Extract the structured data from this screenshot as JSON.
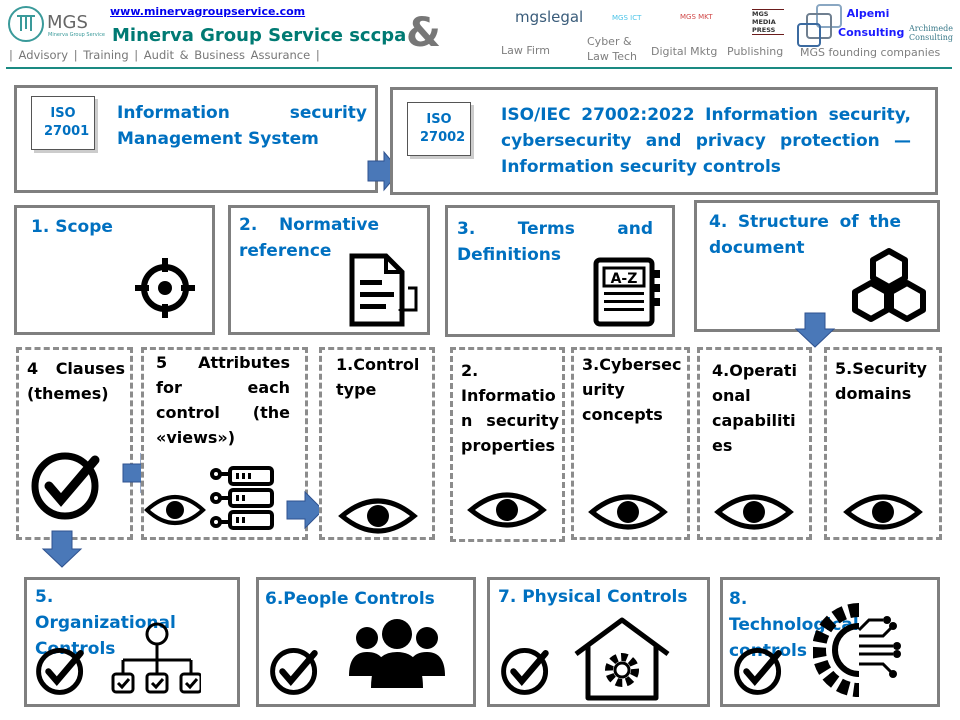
{
  "header": {
    "website": "www.minervagroupservice.com",
    "company": "Minerva Group Service sccpa",
    "logo_text": "MGS",
    "logo_sub": "Minerva Group Service",
    "services": "| Advisory | Training | Audit & Business Assurance |",
    "ampersand": "&",
    "partners": [
      {
        "logo": "mgslegal",
        "label": "Law Firm"
      },
      {
        "logo": "MGS ICT",
        "label": "Cyber & Law Tech"
      },
      {
        "logo": "MGS MKT",
        "label": "Digital Mktg"
      },
      {
        "logo": "MGS MEDIA PRESS",
        "label": "Publishing"
      },
      {
        "logo": "Alpemi Consulting",
        "label": "MGS founding companies"
      },
      {
        "logo": "Archimede Consulting",
        "label": ""
      }
    ],
    "colors": {
      "teal": "#007a73",
      "blue": "#0070c0"
    }
  },
  "row1": {
    "iso27001_badge": "ISO 27001",
    "iso27001_title": "Information security Management System",
    "iso27002_badge": "ISO 27002",
    "iso27002_title": "ISO/IEC 27002:2022 Information security, cybersecurity and privacy protection — Information security controls"
  },
  "row2": [
    {
      "title": "1. Scope",
      "icon": "target-icon"
    },
    {
      "title": "2. Normative reference",
      "icon": "document-icon"
    },
    {
      "title": "3. Terms and Definitions",
      "icon": "dictionary-icon"
    },
    {
      "title": "4. Structure of the document",
      "icon": "hexagons-icon"
    }
  ],
  "row3": [
    {
      "title": "4 Clauses (themes)",
      "icon": "check-icon"
    },
    {
      "title": "5 Attributes for each control (the «views»)",
      "icon": "eye-icon"
    },
    {
      "title": "1.Control type",
      "icon": "eye-icon"
    },
    {
      "title": "2. Informatio n security properties",
      "icon": "eye-icon"
    },
    {
      "title": "3.Cybersec urity concepts",
      "icon": "eye-icon"
    },
    {
      "title": "4.Operati onal capabiliti es",
      "icon": "eye-icon"
    },
    {
      "title": "5.Security domains",
      "icon": "eye-icon"
    }
  ],
  "row4": [
    {
      "title": "5. Organizational Controls",
      "icon": "org-chart-icon"
    },
    {
      "title": "6.People Controls",
      "icon": "people-icon"
    },
    {
      "title": "7. Physical Controls",
      "icon": "house-gear-icon"
    },
    {
      "title": "8. Technological controls",
      "icon": "tech-gear-icon"
    }
  ]
}
